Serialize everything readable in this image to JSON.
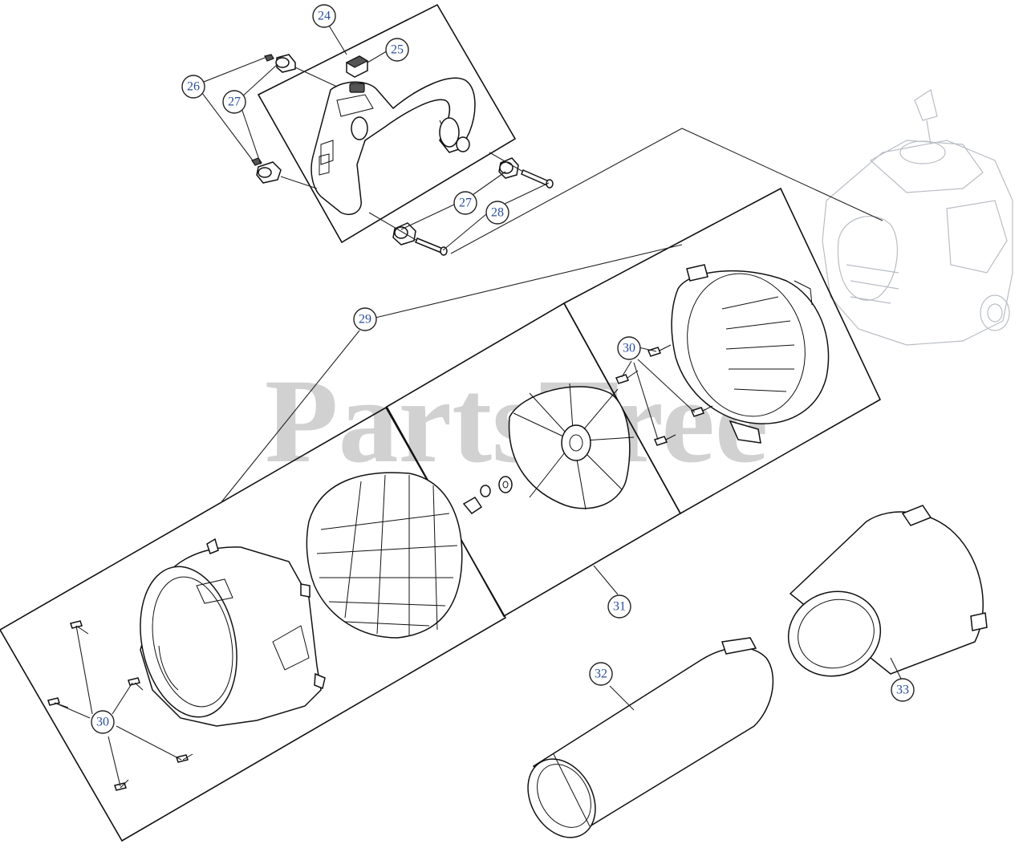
{
  "watermark": "PartsTree",
  "callouts": [
    {
      "id": "c24",
      "label": "24"
    },
    {
      "id": "c25",
      "label": "25"
    },
    {
      "id": "c26",
      "label": "26"
    },
    {
      "id": "c27a",
      "label": "27"
    },
    {
      "id": "c27b",
      "label": "27"
    },
    {
      "id": "c28",
      "label": "28"
    },
    {
      "id": "c29",
      "label": "29"
    },
    {
      "id": "c30a",
      "label": "30"
    },
    {
      "id": "c30b",
      "label": "30"
    },
    {
      "id": "c31",
      "label": "31"
    },
    {
      "id": "c32",
      "label": "32"
    },
    {
      "id": "c33",
      "label": "33"
    }
  ]
}
